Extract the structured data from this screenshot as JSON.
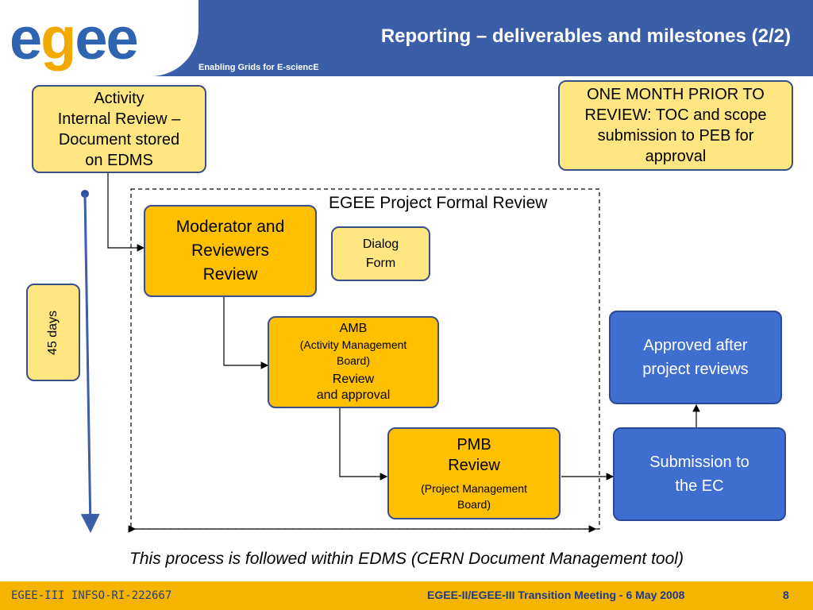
{
  "header": {
    "logo_text_1": "e",
    "logo_text_2": "g",
    "logo_text_3": "ee",
    "title": "Reporting – deliverables and milestones (2/2)",
    "tagline": "Enabling Grids for E-sciencE"
  },
  "diagram": {
    "activity_box": [
      "Activity",
      "Internal Review –",
      "Document stored",
      "on EDMS"
    ],
    "one_month_box": [
      "ONE MONTH PRIOR TO",
      "REVIEW: TOC and scope",
      "submission to PEB for",
      "approval"
    ],
    "formal_review_label": "EGEE Project Formal Review",
    "moderator_box": [
      "Moderator and",
      "Reviewers",
      "Review"
    ],
    "dialog_box": [
      "Dialog",
      "Form"
    ],
    "amb_box": [
      "AMB",
      "(Activity Management",
      "Board)",
      "Review",
      "and approval"
    ],
    "pmb_box": [
      "PMB",
      "Review",
      "(Project Management",
      "Board)"
    ],
    "approved_box": [
      "Approved after",
      "project reviews"
    ],
    "submission_box": [
      "Submission to",
      "the EC"
    ],
    "duration_label": "45 days"
  },
  "note": "This process is followed within EDMS (CERN Document Management tool)",
  "footer": {
    "left": "EGEE-III INFSO-RI-222667",
    "meeting": "EGEE-II/EGEE-III Transition Meeting - 6 May 2008",
    "page": "8"
  },
  "colors": {
    "header_blue": "#3a5ea8",
    "footer_gold": "#f5b400",
    "box_light_yellow": "#ffe680",
    "box_gold": "#ffc000",
    "box_blue": "#3e6fd0"
  }
}
